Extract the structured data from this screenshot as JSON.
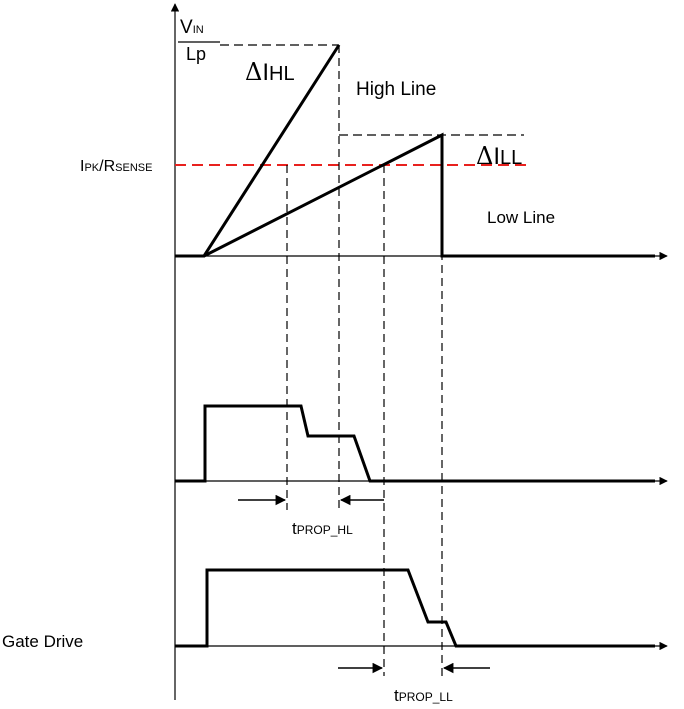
{
  "labels": {
    "vin_v": "V",
    "vin_sub": "IN",
    "lp": "Lp",
    "delta": "Δ",
    "dhl_i": "I",
    "dhl_sub": "HL",
    "high_line": "High Line",
    "dll_i": "I",
    "dll_sub": "LL",
    "low_line": "Low Line",
    "ipk_i": "I",
    "ipk_sub": "PK",
    "ipk_mid": "/R",
    "ipk_sub2": "SENSE",
    "tphl_t": "t",
    "tphl_sub": "PROP_HL",
    "tpll_t": "t",
    "tpll_sub": "PROP_LL",
    "gate_drive": "Gate Drive"
  },
  "colors": {
    "threshold": "#e8211e",
    "trace": "#000000"
  }
}
